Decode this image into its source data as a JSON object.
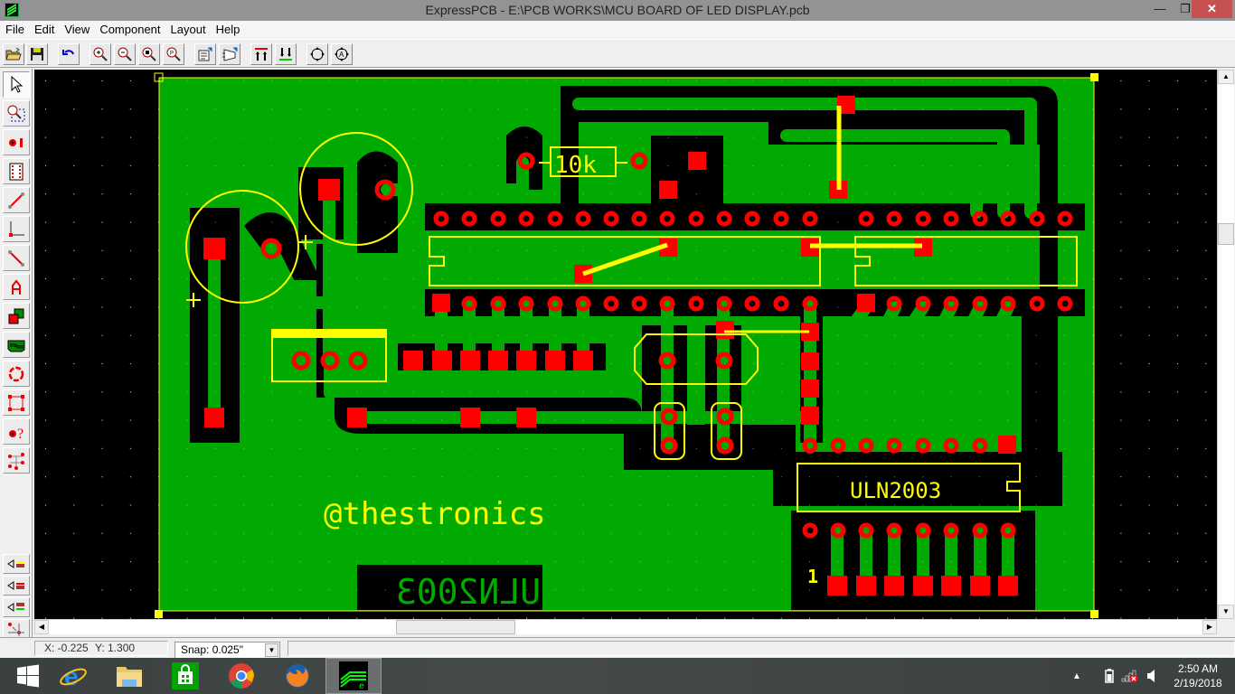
{
  "window": {
    "title": "ExpressPCB - E:\\PCB WORKS\\MCU BOARD OF LED DISPLAY.pcb",
    "controls": {
      "minimize": "—",
      "maximize": "❐",
      "close": "✕"
    }
  },
  "menu": {
    "items": [
      "File",
      "Edit",
      "View",
      "Component",
      "Layout",
      "Help"
    ]
  },
  "toolbar": {
    "buttons": [
      {
        "name": "open-file",
        "icon": "folder-open-icon"
      },
      {
        "name": "save",
        "icon": "floppy-disk-icon"
      },
      {
        "name": "undo",
        "icon": "undo-icon"
      },
      {
        "name": "zoom-in",
        "icon": "zoom-in-icon"
      },
      {
        "name": "zoom-out",
        "icon": "zoom-out-icon"
      },
      {
        "name": "zoom-board",
        "icon": "zoom-fit-icon"
      },
      {
        "name": "zoom-previous",
        "icon": "zoom-previous-icon"
      },
      {
        "name": "component-properties",
        "icon": "properties-icon"
      },
      {
        "name": "component-manager",
        "icon": "component-icon"
      },
      {
        "name": "top-layer",
        "icon": "top-layer-icon"
      },
      {
        "name": "bottom-layer",
        "icon": "bottom-layer-icon"
      },
      {
        "name": "rotate",
        "icon": "rotate-icon"
      },
      {
        "name": "rotate-text",
        "icon": "rotate-text-icon"
      }
    ]
  },
  "left_tools": [
    {
      "name": "select",
      "icon": "pointer-icon",
      "active": true
    },
    {
      "name": "zoom-box",
      "icon": "zoom-box-icon"
    },
    {
      "name": "place-pad",
      "icon": "pad-icon"
    },
    {
      "name": "place-component",
      "icon": "ic-footprint-icon"
    },
    {
      "name": "place-trace",
      "icon": "trace-icon"
    },
    {
      "name": "place-corner",
      "icon": "corner-icon"
    },
    {
      "name": "edit-trace",
      "icon": "edit-trace-icon"
    },
    {
      "name": "place-text",
      "icon": "text-icon"
    },
    {
      "name": "layer-swap",
      "icon": "layer-swap-icon"
    },
    {
      "name": "fill-plane",
      "icon": "ground-plane-icon"
    },
    {
      "name": "place-circle",
      "icon": "circle-icon"
    },
    {
      "name": "place-rectangle",
      "icon": "rectangle-icon"
    },
    {
      "name": "pad-info",
      "icon": "pad-query-icon"
    },
    {
      "name": "netlist",
      "icon": "netlist-icon"
    }
  ],
  "layer_tools": [
    {
      "name": "silkscreen-layer",
      "icon": "silkscreen-layer-icon",
      "color": "#ffff00"
    },
    {
      "name": "top-copper-layer",
      "icon": "top-copper-layer-icon",
      "color": "#ff0000"
    },
    {
      "name": "bottom-copper-layer",
      "icon": "bottom-copper-layer-icon",
      "color": "#00c000"
    },
    {
      "name": "pad-connect",
      "icon": "pad-connect-icon",
      "color": "#ff0000"
    }
  ],
  "canvas": {
    "background": "#000000",
    "board_color": "#00aa00",
    "pad_color": "#ff0000",
    "silk_color": "#ffff00",
    "labels": {
      "resistor": "10k",
      "ic_label": "ULN2003",
      "pin_one": "1",
      "watermark": "@thestronics",
      "mirrored_label": "ULN2003"
    }
  },
  "status": {
    "x_label": "X: -0.225",
    "y_label": "Y: 1.300",
    "snap_label": "Snap:  0.025\"",
    "snap_value": "0.025\""
  },
  "taskbar": {
    "apps": [
      "start",
      "internet-explorer",
      "file-explorer",
      "store",
      "chrome",
      "firefox",
      "expresspcb"
    ],
    "time": "2:50 AM",
    "date": "2/19/2018"
  }
}
